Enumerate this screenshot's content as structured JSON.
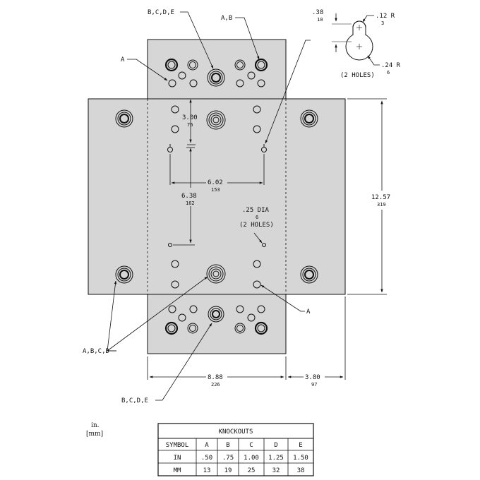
{
  "callouts": {
    "bcde_top": "B,C,D,E",
    "ab_top": "A,B",
    "a_left": "A",
    "a_right": "A",
    "abcd_left": "A,B,C,D",
    "bcde_bottom": "B,C,D,E"
  },
  "keyhole": {
    "width_in": ".38",
    "width_mm": "10",
    "small_r_in": ".12 R",
    "small_r_mm": "3",
    "large_r_in": ".24 R",
    "large_r_mm": "6",
    "note": "(2 HOLES)"
  },
  "dimensions": {
    "d300_in": "3.00",
    "d300_mm": "76",
    "d602_in": "6.02",
    "d602_mm": "153",
    "d638_in": "6.38",
    "d638_mm": "162",
    "d1257_in": "12.57",
    "d1257_mm": "319",
    "d888_in": "8.88",
    "d888_mm": "226",
    "d380_in": "3.80",
    "d380_mm": "97"
  },
  "hole_note": {
    "dia": ".25 DIA",
    "mm": "6",
    "count": "(2 HOLES)"
  },
  "units": {
    "inch": "in.",
    "mm": "[mm]"
  },
  "table": {
    "title": "KNOCKOUTS",
    "header": [
      "SYMBOL",
      "A",
      "B",
      "C",
      "D",
      "E"
    ],
    "rows": [
      [
        "IN",
        ".50",
        ".75",
        "1.00",
        "1.25",
        "1.50"
      ],
      [
        "MM",
        "13",
        "19",
        "25",
        "32",
        "38"
      ]
    ]
  }
}
